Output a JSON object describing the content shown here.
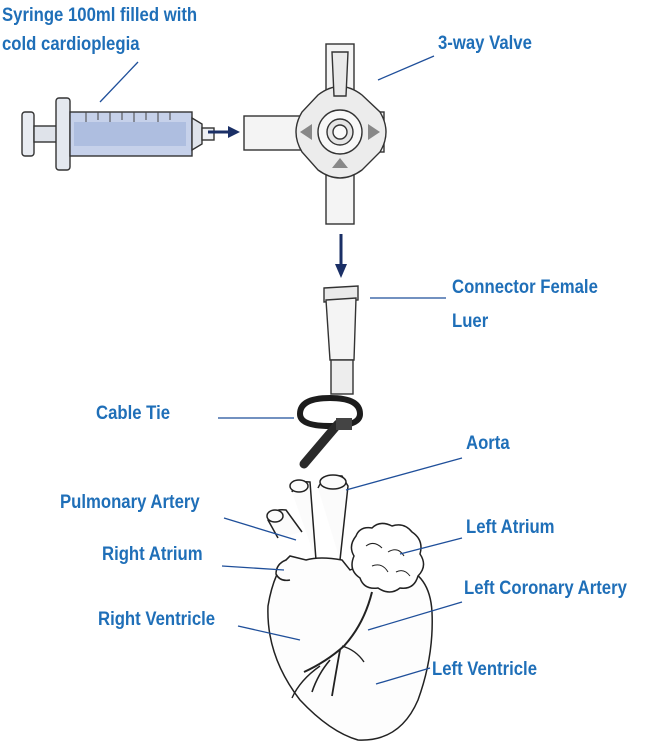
{
  "labels": {
    "syringe_line1": "Syringe 100ml filled with",
    "syringe_line2": "cold cardioplegia",
    "valve": "3-way Valve",
    "connector_line1": "Connector Female",
    "connector_line2": "Luer",
    "cable_tie": "Cable Tie",
    "aorta": "Aorta",
    "pulmonary_artery": "Pulmonary Artery",
    "left_atrium": "Left Atrium",
    "right_atrium": "Right Atrium",
    "left_coronary_artery": "Left Coronary  Artery",
    "right_ventricle": "Right Ventricle",
    "left_ventricle": "Left Ventricle"
  },
  "colors": {
    "label_text": "#1f6fb8",
    "leader_line": "#1f4f9a",
    "arrow": "#1a2f66",
    "outline": "#222222",
    "syringe_fill": "#b9c6e3"
  }
}
